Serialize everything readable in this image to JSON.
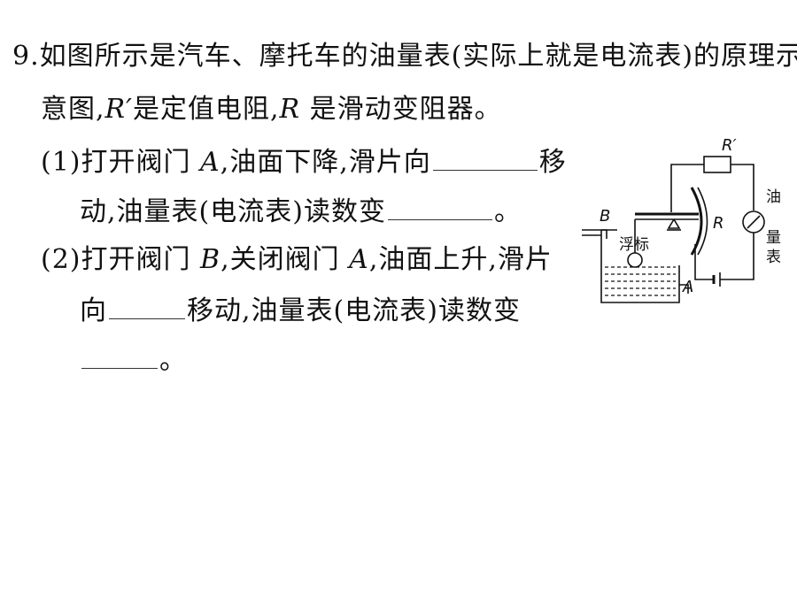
{
  "question": {
    "number": "9.",
    "stem_line1": "如图所示是汽车、摩托车的油量表(实际上就是电流表)的原理示",
    "stem_line2_a": "意图,",
    "r_prime": "R′",
    "stem_line2_b": "是定值电阻,",
    "r": "R",
    "stem_line2_c": " 是滑动变阻器。",
    "part1": {
      "label": "(1)",
      "text_a": "打开阀门 ",
      "valve_a": "A",
      "text_b": ",油面下降,滑片向",
      "text_c": "移",
      "line2_a": "动,油量表(电流表)读数变",
      "line2_end": "。"
    },
    "part2": {
      "label": "(2)",
      "text_a": "打开阀门 ",
      "valve_b": "B",
      "text_b": ",关闭阀门 ",
      "valve_a": "A",
      "text_c": ",油面上升,滑片",
      "line2_a": "向",
      "line2_b": "移动,油量表(电流表)读数变",
      "line3_end": "。"
    }
  },
  "diagram": {
    "label_r_prime": "R′",
    "label_r": "R",
    "label_b": "B",
    "label_a": "A",
    "label_float": "浮标",
    "meter_chars": [
      "油",
      "量",
      "表"
    ]
  }
}
